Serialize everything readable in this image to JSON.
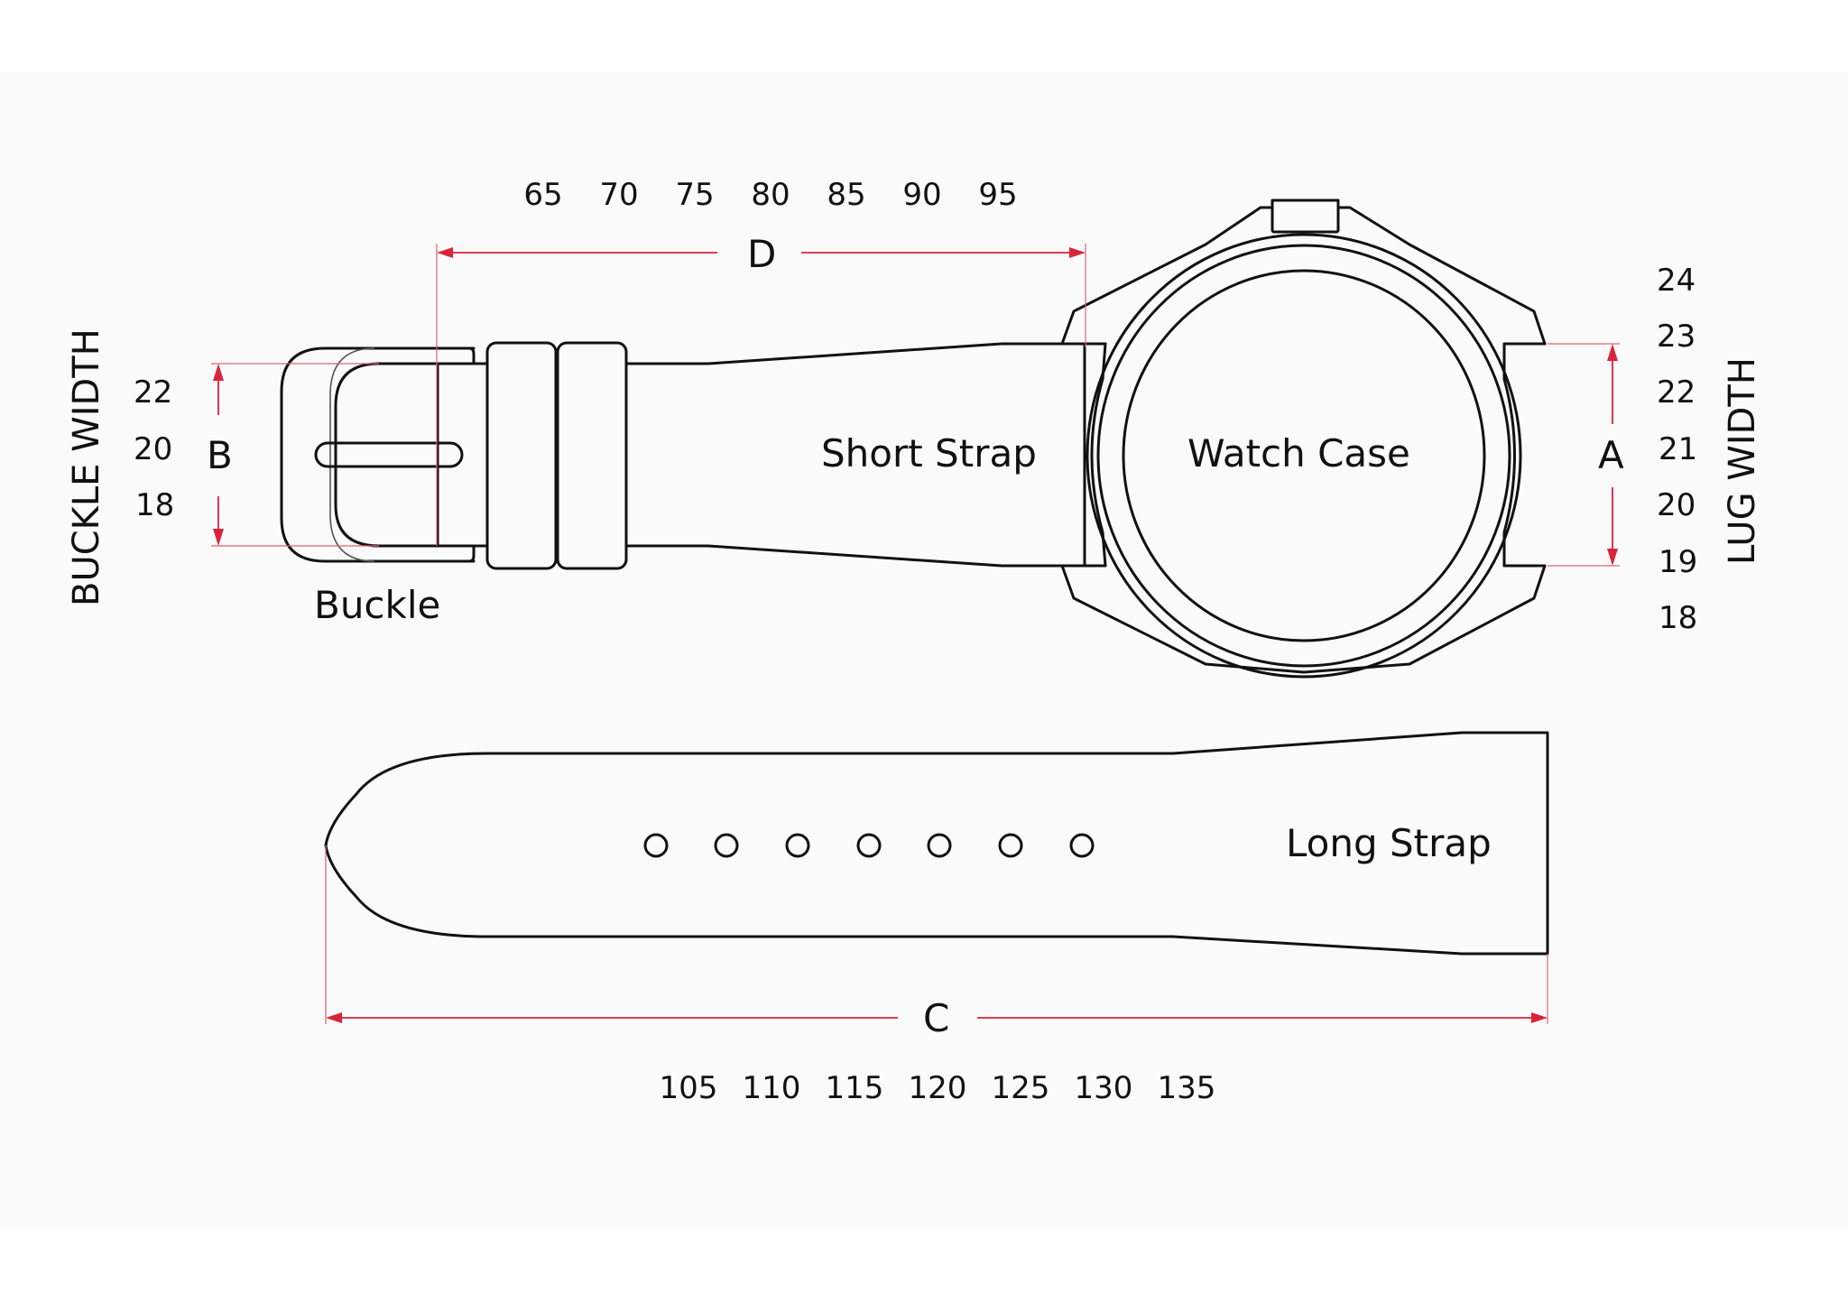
{
  "colors": {
    "background": "#ffffff",
    "panel": "#fafafa",
    "outline": "#111111",
    "dimension": "#d9243a"
  },
  "labels": {
    "buckle_width": "BUCKLE WIDTH",
    "lug_width": "LUG WIDTH",
    "buckle": "Buckle",
    "short_strap": "Short Strap",
    "watch_case": "Watch Case",
    "long_strap": "Long Strap"
  },
  "dimensions": {
    "A": "A",
    "B": "B",
    "C": "C",
    "D": "D"
  },
  "scales": {
    "short_strap_length_D": [
      "65",
      "70",
      "75",
      "80",
      "85",
      "90",
      "95"
    ],
    "long_strap_length_C": [
      "105",
      "110",
      "115",
      "120",
      "125",
      "130",
      "135"
    ],
    "buckle_width_B": [
      "22",
      "20",
      "18"
    ],
    "lug_width_A": [
      "24",
      "23",
      "22",
      "21",
      "20",
      "19",
      "18"
    ]
  },
  "long_strap_holes": 7
}
